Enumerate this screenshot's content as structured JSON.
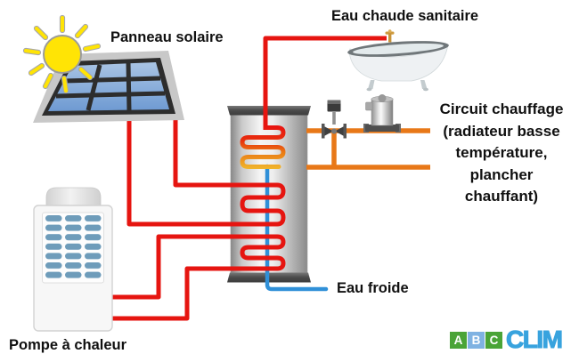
{
  "labels": {
    "solar_panel": "Panneau solaire",
    "domestic_hot_water": "Eau chaude sanitaire",
    "heating_circuit": "Circuit chauffage\n(radiateur basse\ntempérature,\nplancher\nchauffant)",
    "cold_water": "Eau froide",
    "heat_pump": "Pompe à chaleur"
  },
  "logo": {
    "a": "A",
    "b": "B",
    "c": "C",
    "suffix": "CLIM",
    "square_color_a": "#4aa437",
    "square_color_b": "#7fb2e2",
    "square_color_c": "#4aa437",
    "suffix_color": "#38a3de"
  },
  "colors": {
    "solar_hot_pipe": "#e61510",
    "heating_circuit_pipe": "#e87818",
    "cold_water_pipe": "#3090d8",
    "coil_hot_to_warm_gradient": [
      "#e81310",
      "#f0b42c"
    ],
    "sun": "#ffe405",
    "panel_cell_blue": "#7ea8da"
  }
}
